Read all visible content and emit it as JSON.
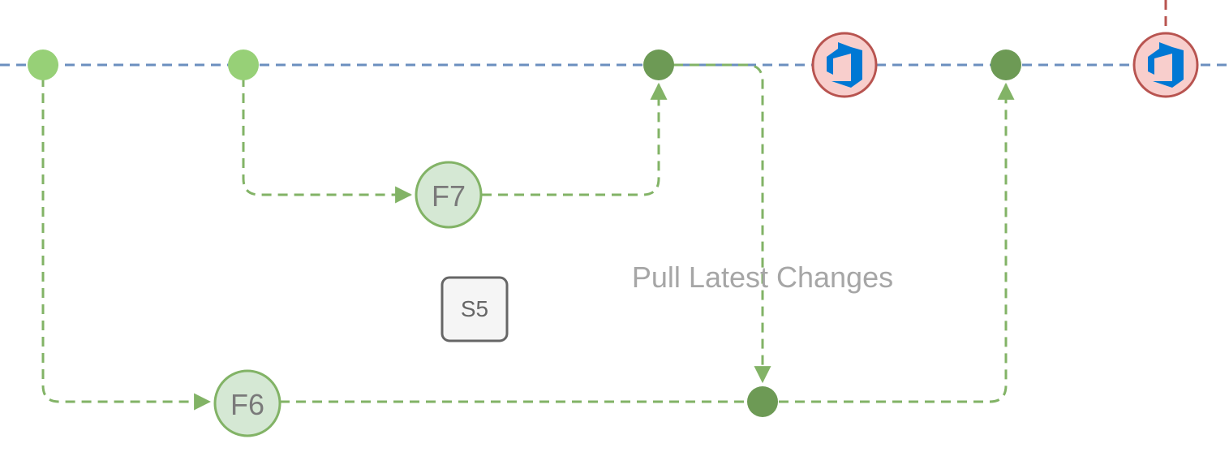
{
  "diagram": {
    "annotation": "Pull Latest Changes",
    "nodes": {
      "f7": {
        "label": "F7"
      },
      "f6": {
        "label": "F6"
      },
      "s5": {
        "label": "S5"
      }
    },
    "colors": {
      "main_line": "#6b8fbf",
      "branch_line": "#82b366",
      "commit_light": "#97d077",
      "commit_dark": "#6d9a55",
      "feature_fill": "#d5e8d4",
      "feature_stroke": "#82b366",
      "release_fill": "#f8cecc",
      "release_stroke": "#b85450",
      "azure_blue": "#0078d4",
      "annotation_text": "#a6a6a6",
      "step_fill": "#f5f5f5",
      "step_stroke": "#666666"
    },
    "icons": {
      "release_icon": "azure-devops-icon"
    }
  }
}
